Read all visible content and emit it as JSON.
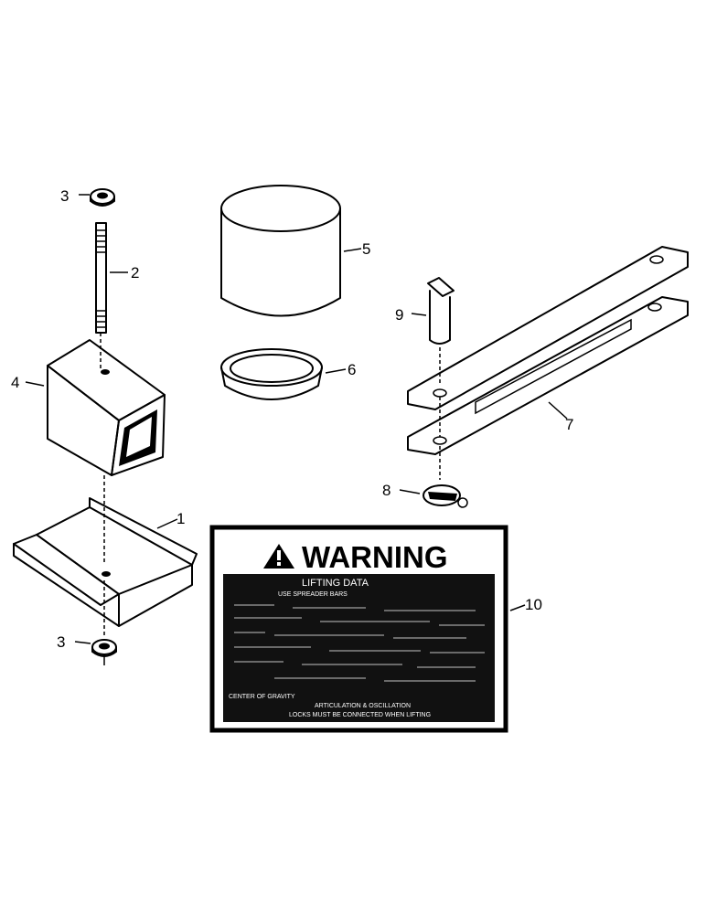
{
  "callouts": {
    "c1": "1",
    "c2": "2",
    "c3_top": "3",
    "c3_bottom": "3",
    "c4": "4",
    "c5": "5",
    "c6": "6",
    "c7": "7",
    "c8": "8",
    "c9": "9",
    "c10": "10"
  },
  "decal": {
    "title": "WARNING",
    "heading": "LIFTING DATA",
    "line1": "USE SPREADER BARS",
    "line2": "CENTER OF GRAVITY",
    "line3": "ARTICULATION & OSCILLATION",
    "line4": "LOCKS MUST BE CONNECTED WHEN LIFTING",
    "icon": "warning-triangle-icon"
  }
}
